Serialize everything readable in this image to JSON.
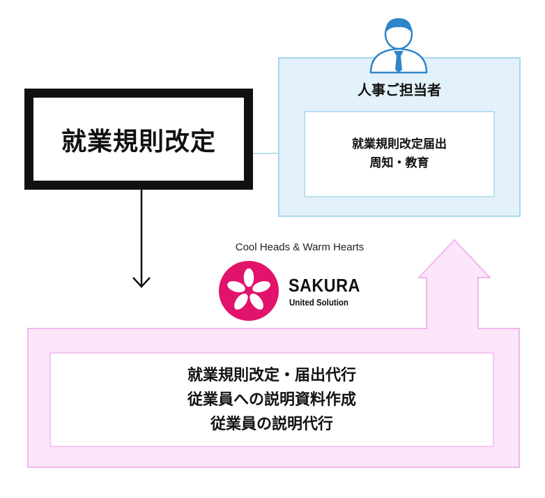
{
  "main_box": {
    "label": "就業規則改定"
  },
  "hr_panel": {
    "title": "人事ご担当者",
    "lines": [
      "就業規則改定届出",
      "周知・教育"
    ],
    "icon": "person-icon"
  },
  "logo": {
    "tagline": "Cool Heads & Warm Hearts",
    "name": "SAKURA",
    "subtitle": "United Solution",
    "icon": "sakura-flower-icon"
  },
  "service_panel": {
    "lines": [
      "就業規則改定・届出代行",
      "従業員への説明資料作成",
      "従業員の説明代行"
    ]
  },
  "colors": {
    "hr_panel_bg": "#e3f1fb",
    "hr_panel_border": "#a8d6ee",
    "service_panel_bg": "#fbe6fa",
    "service_panel_border": "#f2b6ee",
    "logo_accent": "#e2136b",
    "person_blue": "#2f85c8"
  }
}
